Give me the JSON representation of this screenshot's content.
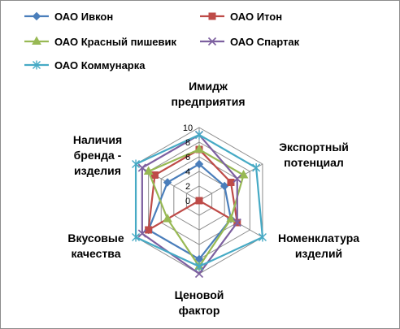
{
  "chart_data": {
    "type": "radar",
    "axes": [
      "Имидж\nпредприятия",
      "Экспортный\nпотенциал",
      "Номенклатура\nизделий",
      "Ценовой\nфактор",
      "Вкусовые\nкачества",
      "Наличия\nбренда -\nизделия"
    ],
    "rlim": [
      0,
      10
    ],
    "ticks": [
      0,
      2,
      4,
      6,
      8,
      10
    ],
    "grid": true,
    "legend_position": "top",
    "series": [
      {
        "name": "ОАО Ивкон",
        "values": [
          5,
          4,
          5,
          8,
          8,
          5
        ],
        "color": "#4a7ebb",
        "marker": "diamond"
      },
      {
        "name": "ОАО Итон",
        "values": [
          7,
          5,
          6,
          0,
          8,
          7
        ],
        "color": "#be4b48",
        "marker": "square"
      },
      {
        "name": "ОАО Красный пишевик",
        "values": [
          7,
          7,
          5,
          9,
          5,
          8
        ],
        "color": "#98b954",
        "marker": "triangle"
      },
      {
        "name": "ОАО Спартак",
        "values": [
          9,
          6,
          6,
          10,
          9,
          9
        ],
        "color": "#7d60a0",
        "marker": "x"
      },
      {
        "name": "ОАО Коммунарка",
        "values": [
          9,
          9,
          10,
          9,
          10,
          10
        ],
        "color": "#46aac5",
        "marker": "star"
      }
    ]
  }
}
